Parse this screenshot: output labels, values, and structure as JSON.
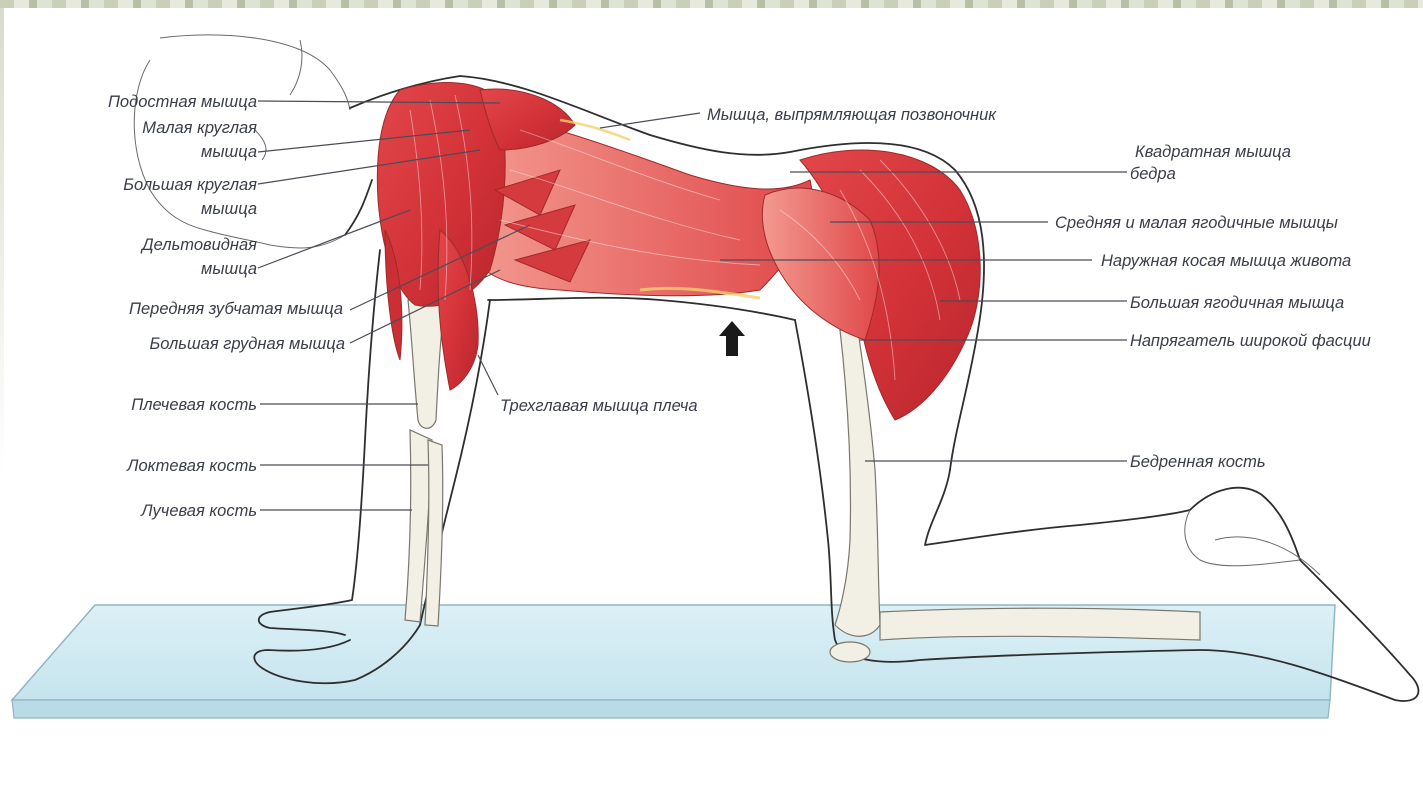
{
  "labels": {
    "infraspinatus": "Подостная мышца",
    "teres_minor_1": "Малая круглая",
    "teres_minor_2": "мышца",
    "teres_major_1": "Большая круглая",
    "teres_major_2": "мышца",
    "deltoid_1": "Дельтовидная",
    "deltoid_2": "мышца",
    "serratus_anterior": "Передняя зубчатая мышца",
    "pectoralis_major": "Большая грудная мышца",
    "humerus": "Плечевая кость",
    "ulna": "Локтевая кость",
    "radius": "Лучевая кость",
    "erector_spinae": "Мышца, выпрямляющая позвоночник",
    "quadratus_femoris_1": "Квадратная мышца",
    "quadratus_femoris_2": "бедра",
    "gluteus_medius_minimus": "Средняя и малая ягодичные мышцы",
    "external_oblique": "Наружная косая мышца живота",
    "gluteus_maximus": "Большая ягодичная мышца",
    "tensor_fasciae_latae": "Напрягатель широкой фасции",
    "triceps": "Трехглавая мышца плеча",
    "femur": "Бедренная кость"
  },
  "arrow_icon": "arrow-up-icon",
  "colors": {
    "muscle": "#d9363a",
    "muscle_light": "#ee7a72",
    "mat": "#d3ecf3",
    "bone": "#f2efe4",
    "label": "#3a3d4a"
  }
}
